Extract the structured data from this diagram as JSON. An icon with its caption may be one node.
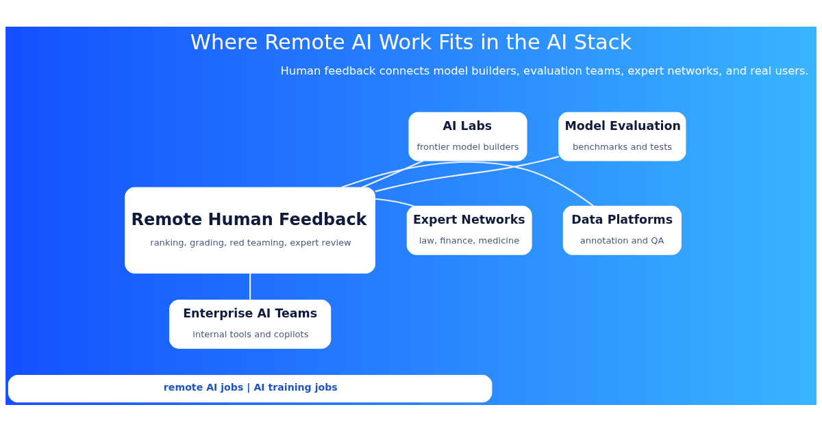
{
  "diagram": {
    "title": "Where Remote AI Work Fits in the AI Stack",
    "nodes": [
      {
        "text": [
          "Remote Human Feedback",
          "ranking, grading, red teaming, expert review"
        ]
      },
      {
        "text": [
          "AI Labs",
          "frontier model builders"
        ]
      },
      {
        "text": [
          "Model Evaluation",
          "benchmarks and tests"
        ]
      },
      {
        "text": [
          "Expert Networks",
          "law, finance, medicine"
        ]
      },
      {
        "text": [
          "Data Platforms",
          "annotation and QA"
        ]
      },
      {
        "text": [
          "Enterprise AI Teams",
          "internal tools and copilots"
        ]
      }
    ],
    "edges": [
      {
        "from": 0,
        "to": 1,
        "arrow": "none"
      },
      {
        "from": 0,
        "to": 2,
        "arrow": "none"
      },
      {
        "from": 0,
        "to": 3,
        "arrow": "none"
      },
      {
        "from": 0,
        "to": 4,
        "arrow": "none"
      },
      {
        "from": 0,
        "to": 5,
        "arrow": "none"
      }
    ],
    "labels": [
      "Human feedback connects model builders, evaluation teams, expert networks, and real users.",
      "remote AI jobs | AI training jobs"
    ]
  }
}
